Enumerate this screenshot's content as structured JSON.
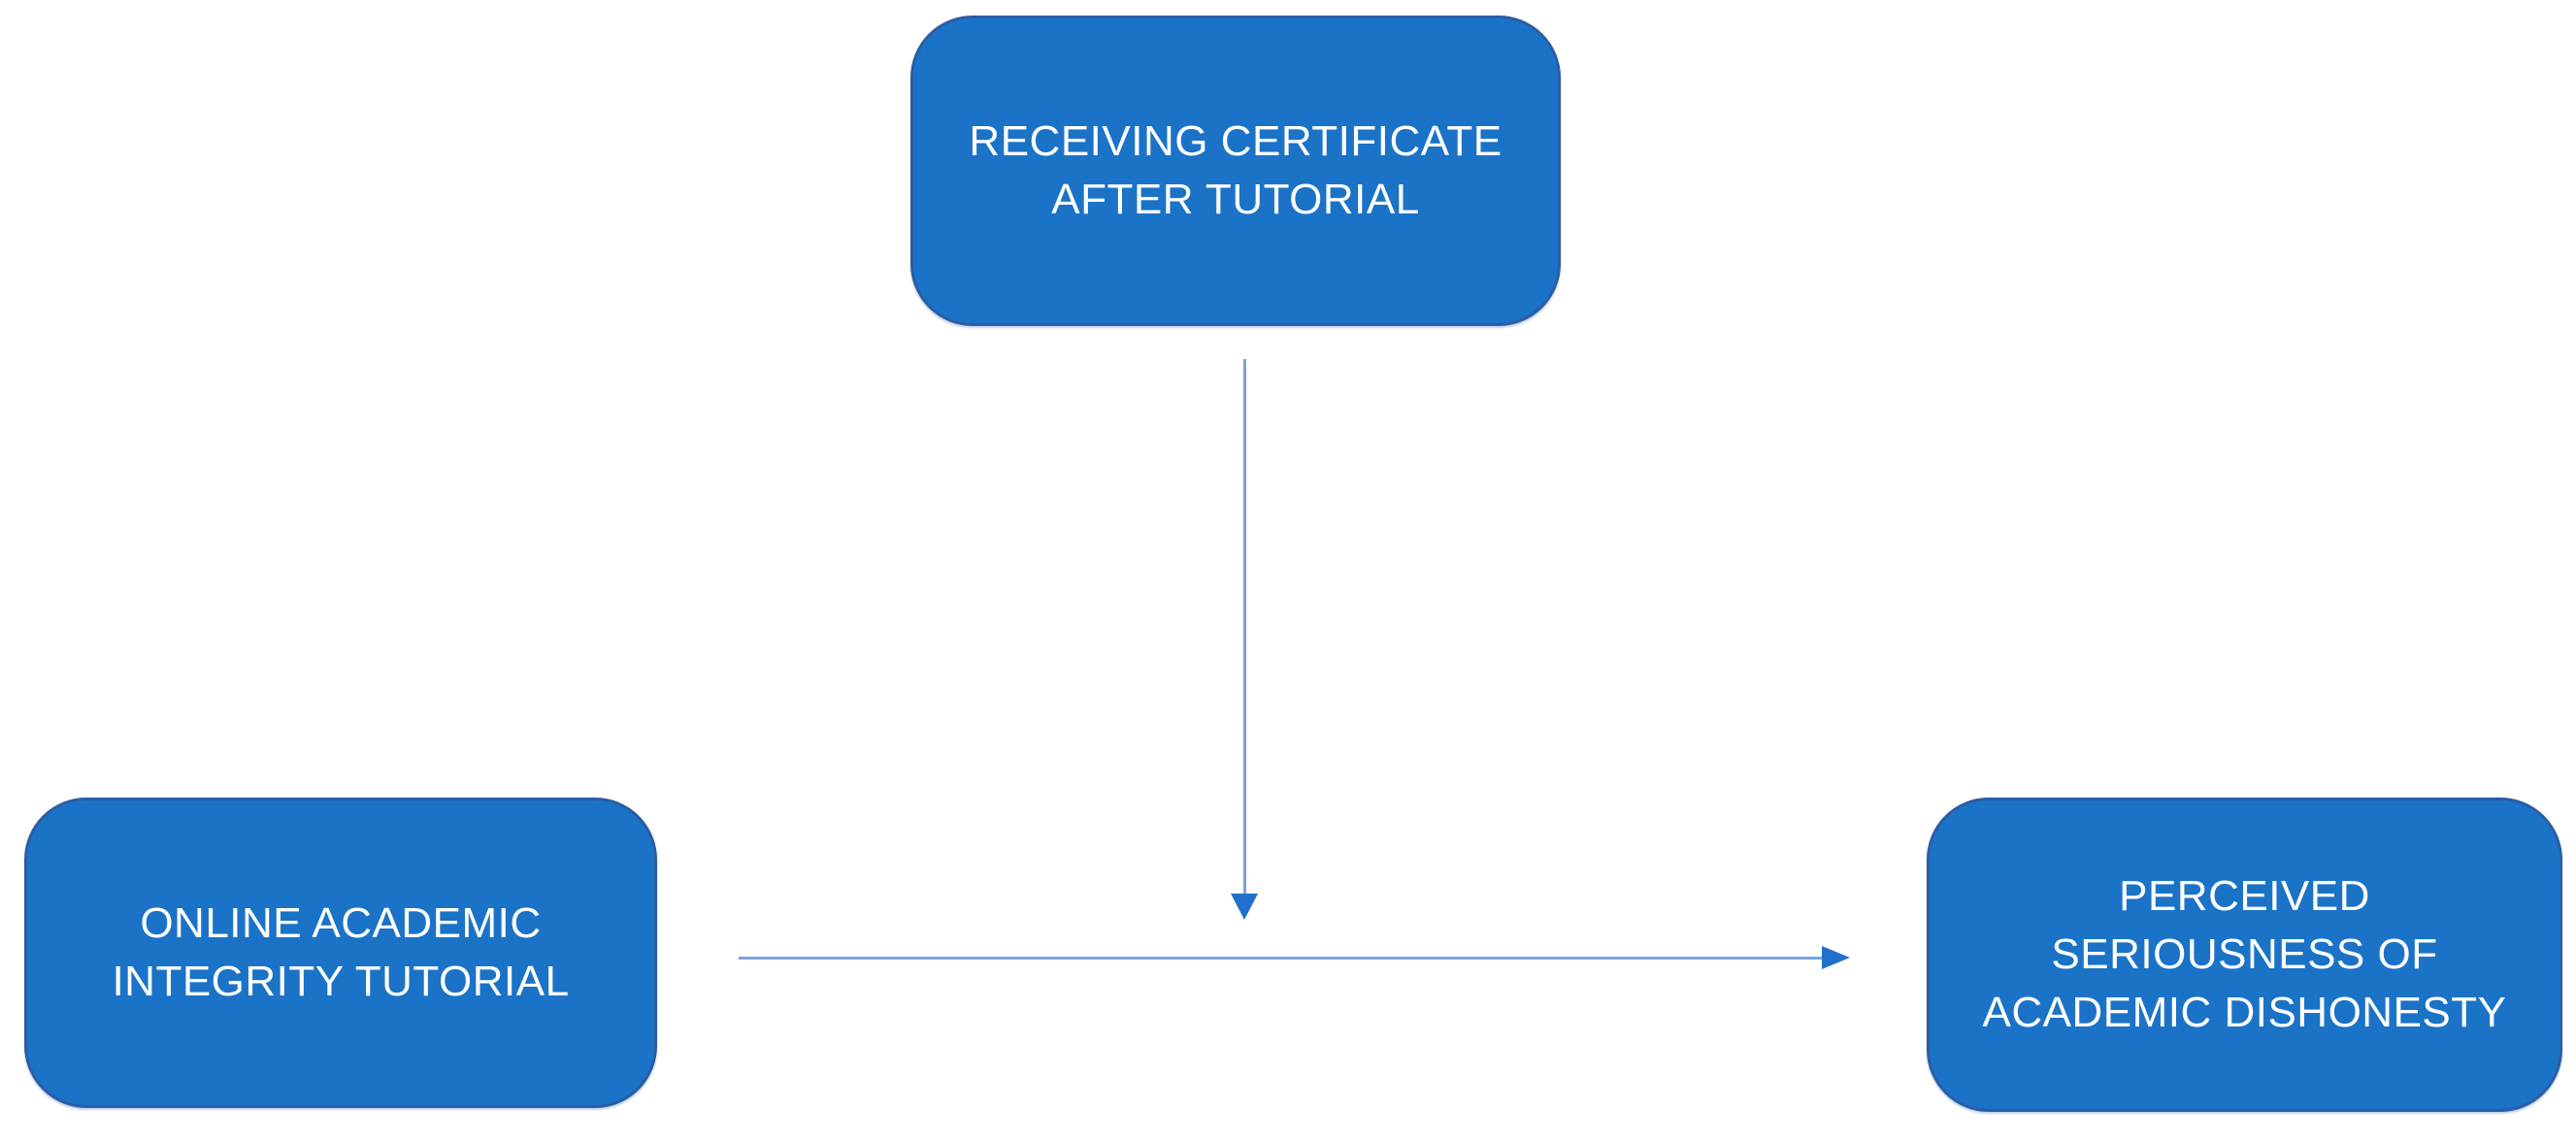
{
  "diagram": {
    "type": "moderation-model-flowchart",
    "background": "#ffffff"
  },
  "nodes": {
    "moderator": {
      "role": "moderator variable",
      "lines": [
        "RECEIVING CERTIFICATE",
        "AFTER TUTORIAL"
      ]
    },
    "independent": {
      "role": "independent variable",
      "lines": [
        "ONLINE ACADEMIC",
        "INTEGRITY TUTORIAL"
      ]
    },
    "dependent": {
      "role": "dependent variable",
      "lines": [
        "PERCEIVED",
        "SERIOUSNESS OF",
        "ACADEMIC DISHONESTY"
      ]
    }
  },
  "edges": [
    {
      "name": "moderator-to-path",
      "from": "moderator",
      "to": "independent-dependent-path",
      "direction": "down",
      "style": "thin line, filled triangular arrowhead"
    },
    {
      "name": "independent-to-dependent",
      "from": "independent",
      "to": "dependent",
      "direction": "right",
      "style": "thin line, filled triangular arrowhead"
    }
  ],
  "colors": {
    "node_fill": "#1b73c7",
    "node_border": "#2b5da5",
    "node_text": "#ffffff",
    "connector": "#7aa2dc",
    "arrowhead": "#2270cc",
    "background": "#ffffff"
  }
}
